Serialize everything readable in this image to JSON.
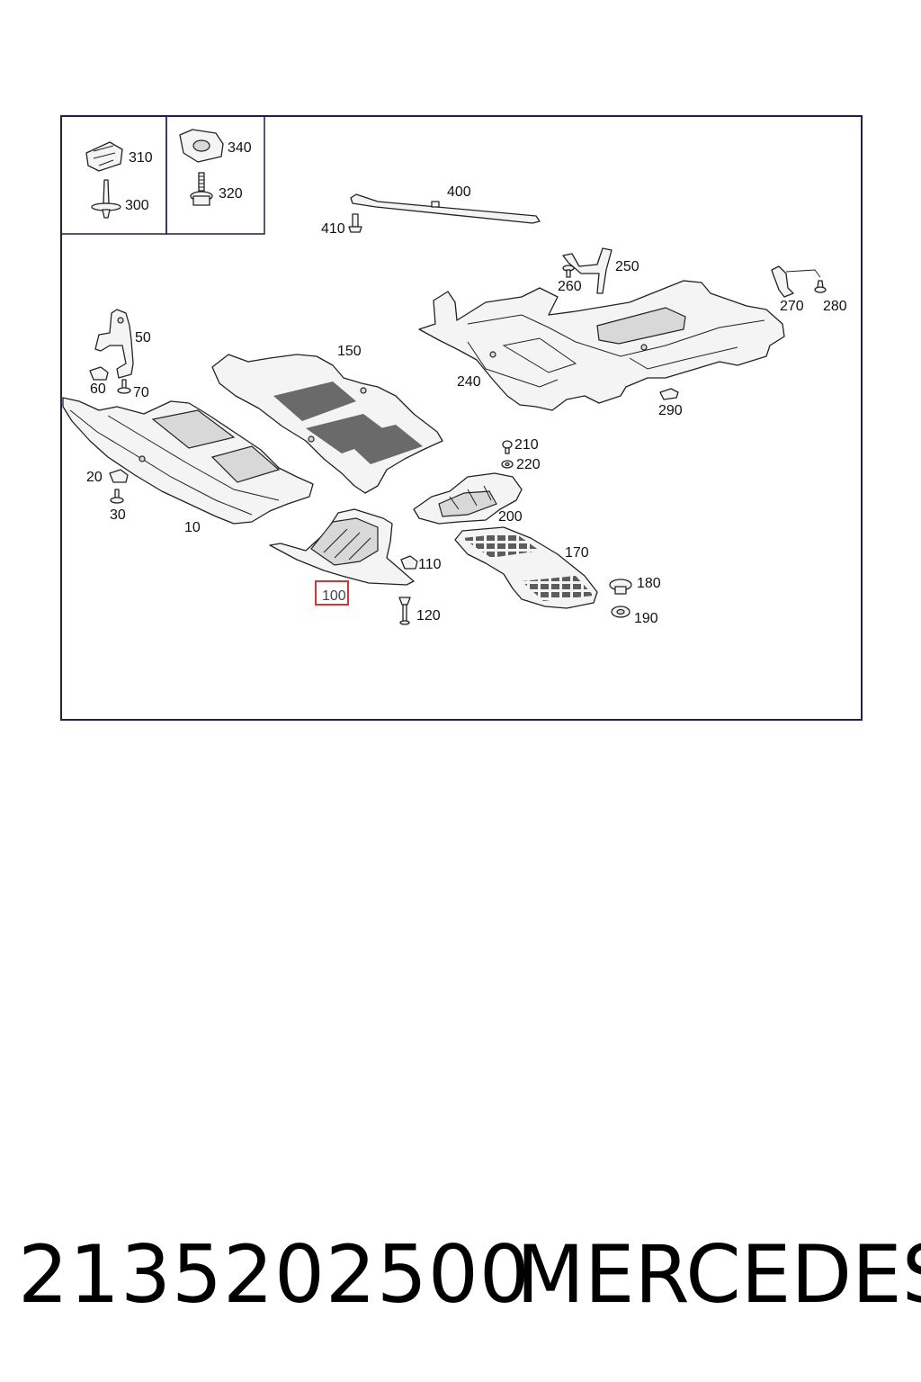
{
  "labels": {
    "l310": "310",
    "l300": "300",
    "l340": "340",
    "l320": "320",
    "l400": "400",
    "l410": "410",
    "l250": "250",
    "l260": "260",
    "l270": "270",
    "l280": "280",
    "l50": "50",
    "l60": "60",
    "l70": "70",
    "l150": "150",
    "l240": "240",
    "l290": "290",
    "l210": "210",
    "l220": "220",
    "l20": "20",
    "l30": "30",
    "l10": "10",
    "l200": "200",
    "l170": "170",
    "l110": "110",
    "l100": "100",
    "l120": "120",
    "l180": "180",
    "l190": "190"
  },
  "highlight": {
    "part": "100",
    "color": "#e03030"
  },
  "footer": {
    "part_number": "2135202500",
    "brand": "MERCEDES"
  }
}
